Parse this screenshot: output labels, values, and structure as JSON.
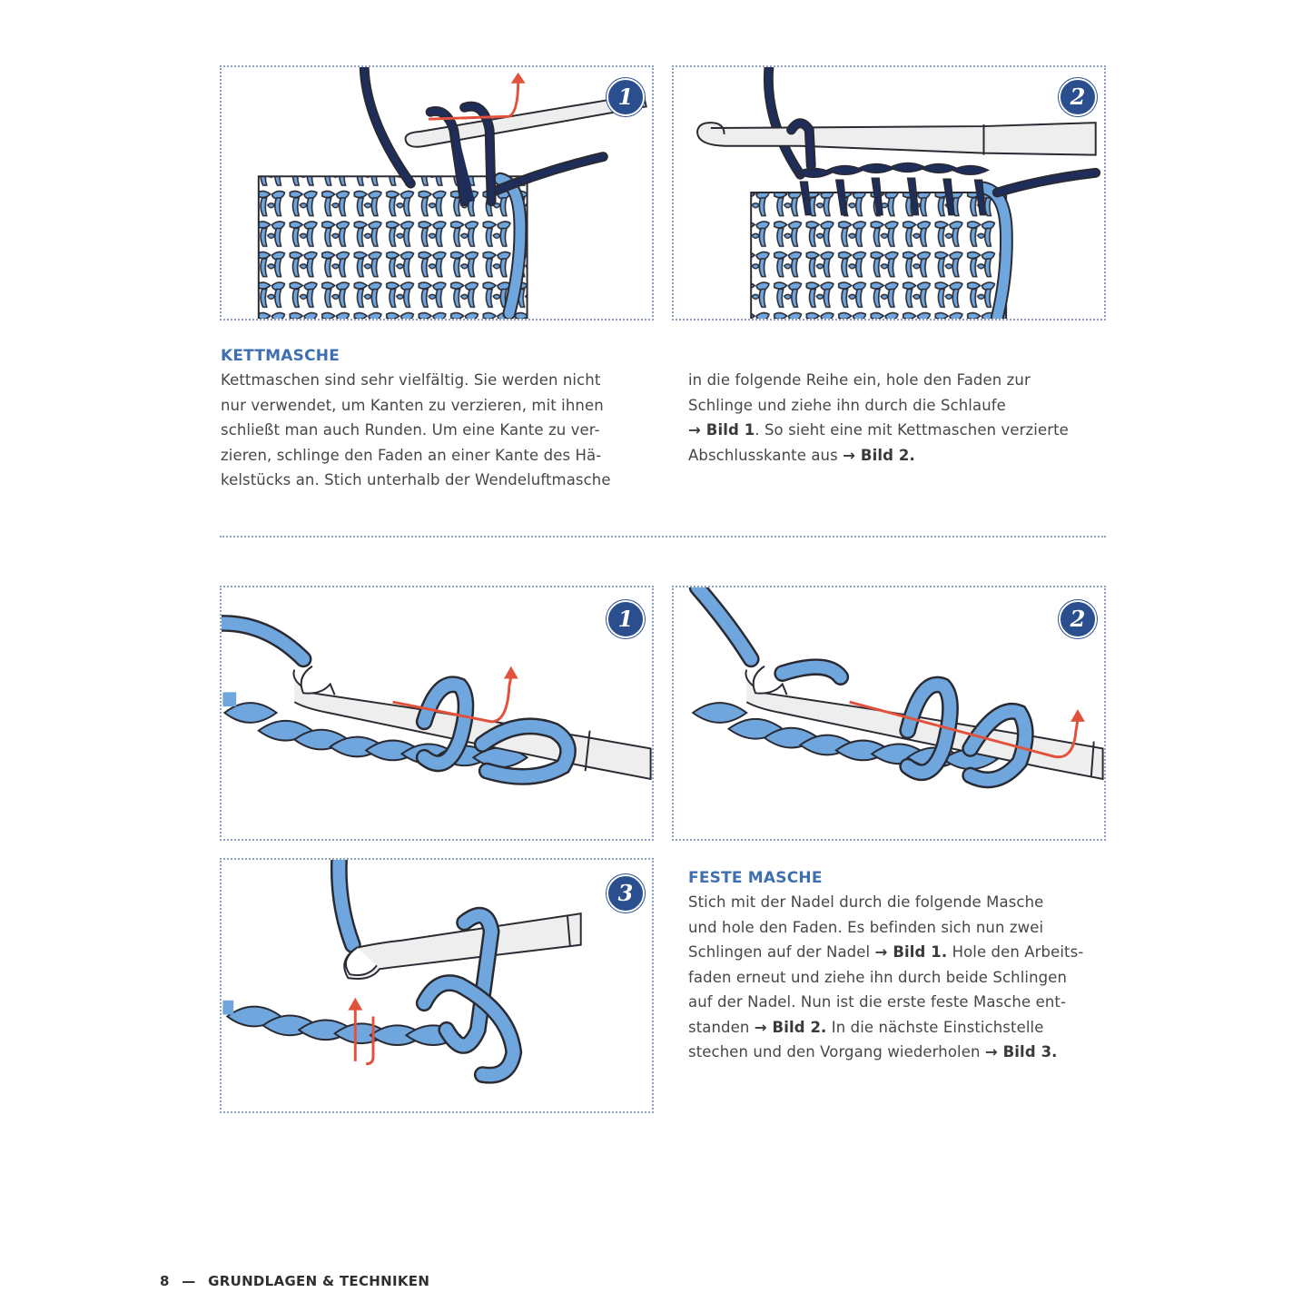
{
  "kettmasche": {
    "heading": "KETTMASCHE",
    "col1_lines": [
      "Kettmaschen sind sehr vielfältig. Sie werden nicht",
      "nur verwendet, um Kanten zu verzieren, mit ihnen",
      "schließt man auch Runden. Um eine Kante zu ver-",
      "zieren, schlinge den Faden an einer Kante des Hä-",
      "kelstücks an. Stich unterhalb der Wendeluftmasche"
    ],
    "col2_line1": "in die folgende Reihe ein, hole den Faden zur",
    "col2_line2": "Schlinge und ziehe ihn durch die Schlaufe",
    "col2_line3_ref": "→ Bild 1",
    "col2_line3_text": ". So sieht eine mit Kettmaschen verzierte",
    "col2_line4_text": "Abschlusskante aus ",
    "col2_line4_ref": "→ Bild 2",
    "col2_line4_end": ".",
    "figures": [
      {
        "badge": "1",
        "description": "Kettmasche Schritt 1"
      },
      {
        "badge": "2",
        "description": "Kettmasche Schritt 2"
      }
    ]
  },
  "feste_masche": {
    "heading": "FESTE MASCHE",
    "line1": "Stich mit der Nadel durch die folgende Masche",
    "line2": "und hole den Faden. Es befinden sich nun zwei",
    "line3_text": "Schlingen auf der Nadel ",
    "line3_ref": "→ Bild 1.",
    "line3_end": " Hole den Arbeits-",
    "line4": "faden erneut und ziehe ihn durch beide Schlingen",
    "line5": "auf der Nadel. Nun ist die erste feste Masche ent-",
    "line6_text": "standen ",
    "line6_ref": "→ Bild 2.",
    "line6_end": " In die nächste Einstichstelle",
    "line7_text": "stechen und den Vorgang wiederholen ",
    "line7_ref": "→ Bild 3.",
    "figures": [
      {
        "badge": "1"
      },
      {
        "badge": "2"
      },
      {
        "badge": "3"
      }
    ]
  },
  "footer": {
    "page_number": "8",
    "separator": "—",
    "section": "GRUNDLAGEN & TECHNIKEN"
  },
  "colors": {
    "light_yarn": "#6fa6dd",
    "dark_yarn": "#1f2d5a",
    "outline": "#2a2a33",
    "arrow": "#e2513b",
    "badge": "#2b4f8e",
    "heading": "#3f6fb0",
    "hook": "#eeeeee"
  }
}
